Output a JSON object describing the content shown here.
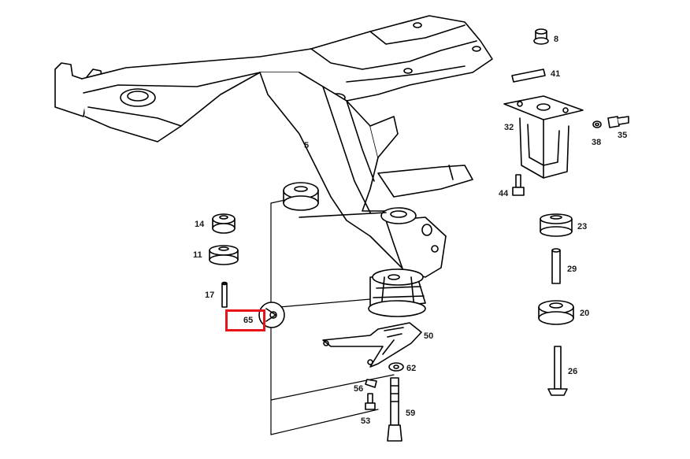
{
  "diagram": {
    "highlight_color": "#e8141b",
    "highlighted_part": "65",
    "callouts": [
      {
        "id": "5",
        "text": "5"
      },
      {
        "id": "8",
        "text": "8"
      },
      {
        "id": "41",
        "text": "41"
      },
      {
        "id": "32",
        "text": "32"
      },
      {
        "id": "38",
        "text": "38"
      },
      {
        "id": "35",
        "text": "35"
      },
      {
        "id": "44",
        "text": "44"
      },
      {
        "id": "23",
        "text": "23"
      },
      {
        "id": "29",
        "text": "29"
      },
      {
        "id": "20",
        "text": "20"
      },
      {
        "id": "26",
        "text": "26"
      },
      {
        "id": "14",
        "text": "14"
      },
      {
        "id": "11",
        "text": "11"
      },
      {
        "id": "17",
        "text": "17"
      },
      {
        "id": "65",
        "text": "65"
      },
      {
        "id": "50",
        "text": "50"
      },
      {
        "id": "62",
        "text": "62"
      },
      {
        "id": "56",
        "text": "56"
      },
      {
        "id": "53",
        "text": "53"
      },
      {
        "id": "59",
        "text": "59"
      }
    ]
  }
}
